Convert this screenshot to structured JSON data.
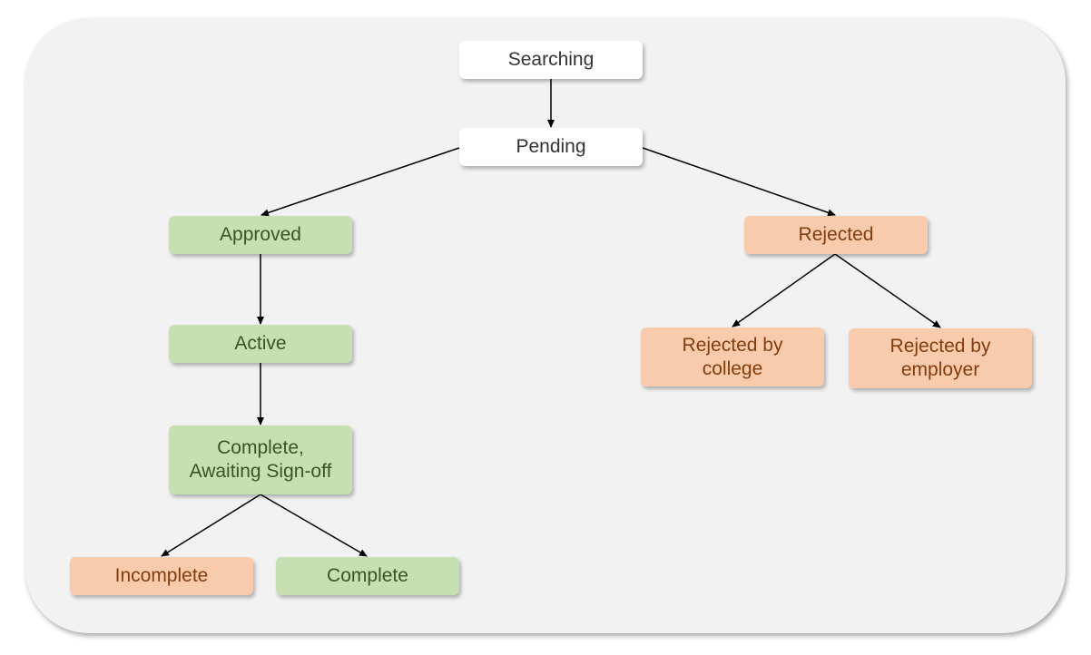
{
  "nodes": {
    "searching": "Searching",
    "pending": "Pending",
    "approved": "Approved",
    "rejected": "Rejected",
    "active": "Active",
    "rejected_by_college": "Rejected by\ncollege",
    "rejected_by_employer": "Rejected by\nemployer",
    "complete_awaiting_signoff": "Complete,\nAwaiting Sign-off",
    "incomplete": "Incomplete",
    "complete": "Complete"
  },
  "edges": [
    [
      "searching",
      "pending"
    ],
    [
      "pending",
      "approved"
    ],
    [
      "pending",
      "rejected"
    ],
    [
      "approved",
      "active"
    ],
    [
      "active",
      "complete_awaiting_signoff"
    ],
    [
      "complete_awaiting_signoff",
      "incomplete"
    ],
    [
      "complete_awaiting_signoff",
      "complete"
    ],
    [
      "rejected",
      "rejected_by_college"
    ],
    [
      "rejected",
      "rejected_by_employer"
    ]
  ],
  "colors": {
    "neutral_fill": "#ffffff",
    "positive_fill": "#c6e0b4",
    "positive_text": "#375623",
    "negative_fill": "#f8cbad",
    "negative_text": "#843c0c",
    "panel_fill": "#f2f2f2",
    "edge": "#000000"
  }
}
